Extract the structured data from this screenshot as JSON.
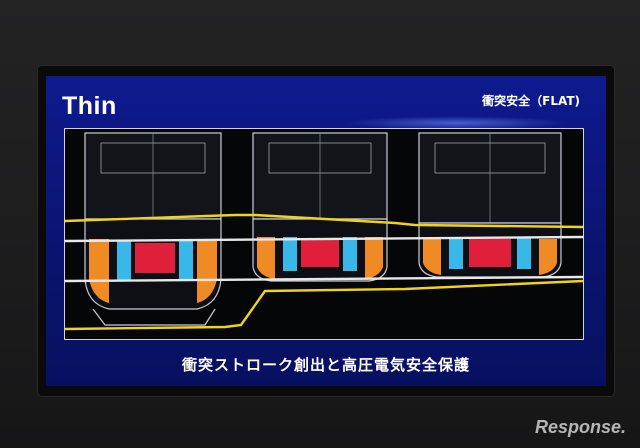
{
  "slide": {
    "title": "Thin",
    "subtitle": "衝突安全（FLAT)",
    "caption": "衝突ストローク創出と高圧電気安全保護"
  },
  "watermark": "Response.",
  "colors": {
    "slide_background": "#0e1a8f",
    "chassis_outline": "#c8ccd6",
    "crash_line": "#f2d21a",
    "reference_line": "#e8e8e8",
    "battery": "#e0203a",
    "crumple_zone": "#f08a24",
    "cooling": "#38b8e8"
  },
  "vehicles": [
    {
      "name": "vehicle-left"
    },
    {
      "name": "vehicle-middle"
    },
    {
      "name": "vehicle-right"
    }
  ]
}
